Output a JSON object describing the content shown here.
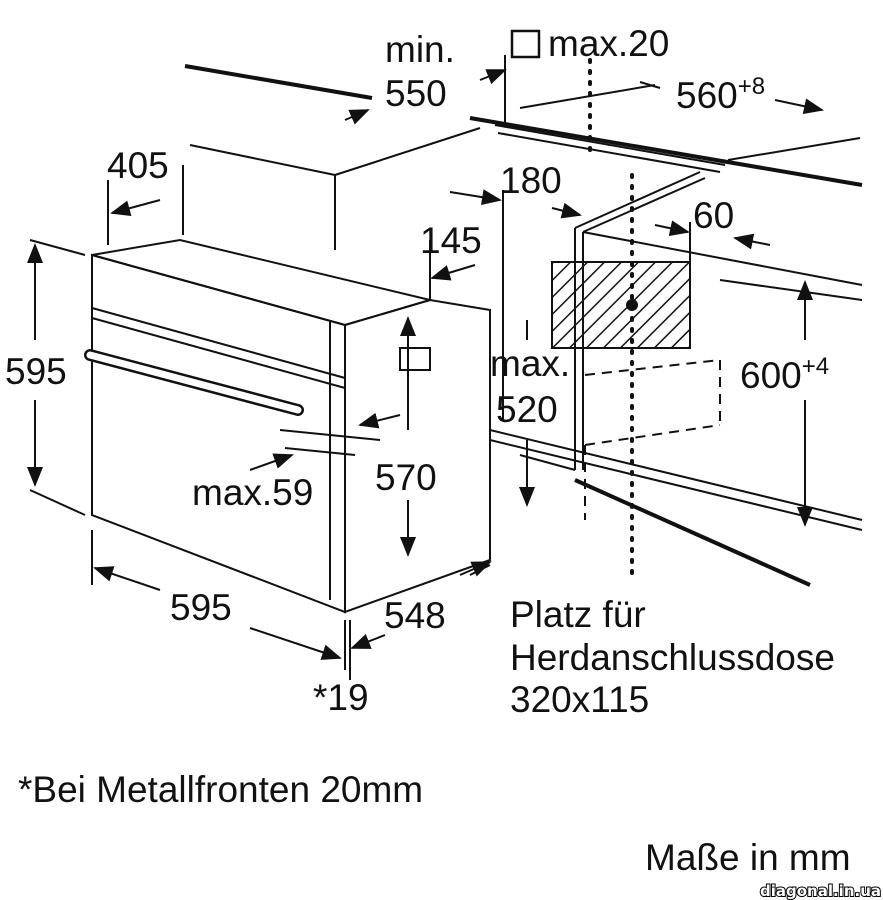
{
  "labels": {
    "min": "min.",
    "depth_550": "550",
    "max20": "max.20",
    "width_560": "560",
    "width_560_tol": "+8",
    "depth_405": "405",
    "dim_180": "180",
    "dim_60": "60",
    "dim_145": "145",
    "height_595": "595",
    "height_600": "600",
    "height_600_tol": "+4",
    "max": "max.",
    "dim_520": "520",
    "max59": "max.59",
    "height_570": "570",
    "width_595": "595",
    "depth_548": "548",
    "star19": "*19",
    "socket_line1": "Platz für",
    "socket_line2": "Herdanschlussdose",
    "socket_line3": "320x115"
  },
  "footnote": "*Bei Metallfronten 20mm",
  "units": "Maße in mm",
  "watermark": "diagonal.in.ua"
}
